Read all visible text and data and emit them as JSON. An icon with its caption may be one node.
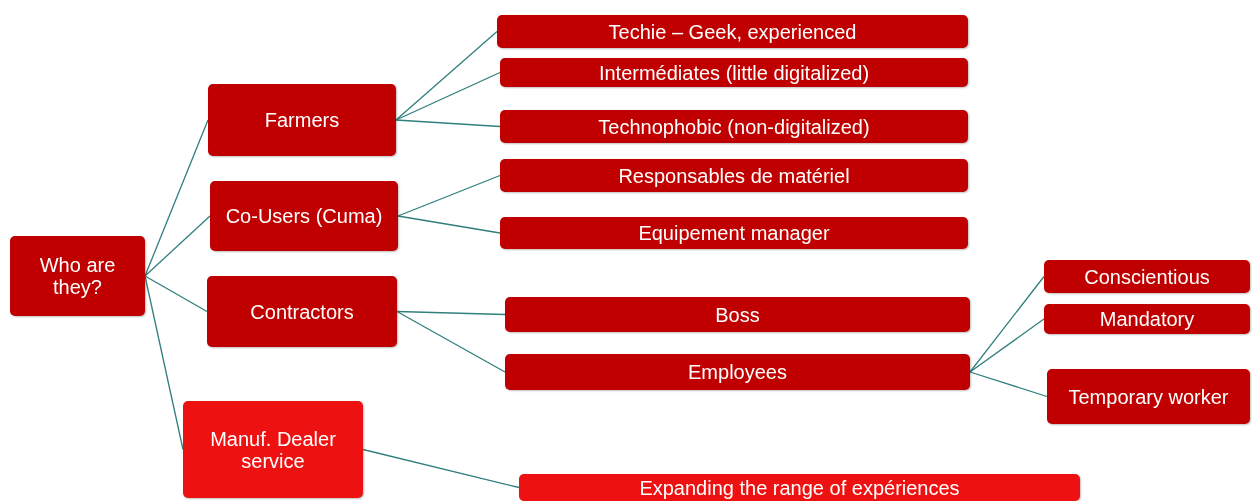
{
  "diagram": {
    "nodes": [
      {
        "text": [
          "Who are they?"
        ]
      },
      {
        "text": [
          "Farmers"
        ]
      },
      {
        "text": [
          "Co-Users (Cuma)"
        ]
      },
      {
        "text": [
          "Contractors"
        ]
      },
      {
        "text": [
          "Manuf. Dealer service"
        ]
      },
      {
        "text": [
          "Techie – Geek, experienced"
        ]
      },
      {
        "text": [
          "Intermédiates (little digitalized)"
        ]
      },
      {
        "text": [
          "Technophobic (non-digitalized)"
        ]
      },
      {
        "text": [
          "Responsables de matériel"
        ]
      },
      {
        "text": [
          "Equipement manager"
        ]
      },
      {
        "text": [
          "Boss"
        ]
      },
      {
        "text": [
          "Employees"
        ]
      },
      {
        "text": [
          "Conscientious"
        ]
      },
      {
        "text": [
          "Mandatory"
        ]
      },
      {
        "text": [
          "Temporary worker"
        ]
      },
      {
        "text": [
          "Expanding the range of expériences"
        ]
      }
    ],
    "edges": [
      {
        "from": 0,
        "to": 1,
        "arrow": "none"
      },
      {
        "from": 0,
        "to": 2,
        "arrow": "none"
      },
      {
        "from": 0,
        "to": 3,
        "arrow": "none"
      },
      {
        "from": 0,
        "to": 4,
        "arrow": "none"
      },
      {
        "from": 1,
        "to": 5,
        "arrow": "none"
      },
      {
        "from": 1,
        "to": 6,
        "arrow": "none"
      },
      {
        "from": 1,
        "to": 7,
        "arrow": "none"
      },
      {
        "from": 2,
        "to": 8,
        "arrow": "none"
      },
      {
        "from": 2,
        "to": 9,
        "arrow": "none"
      },
      {
        "from": 3,
        "to": 10,
        "arrow": "none"
      },
      {
        "from": 3,
        "to": 11,
        "arrow": "none"
      },
      {
        "from": 11,
        "to": 12,
        "arrow": "none"
      },
      {
        "from": 11,
        "to": 13,
        "arrow": "none"
      },
      {
        "from": 11,
        "to": 14,
        "arrow": "none"
      },
      {
        "from": 4,
        "to": 15,
        "arrow": "none"
      }
    ]
  }
}
